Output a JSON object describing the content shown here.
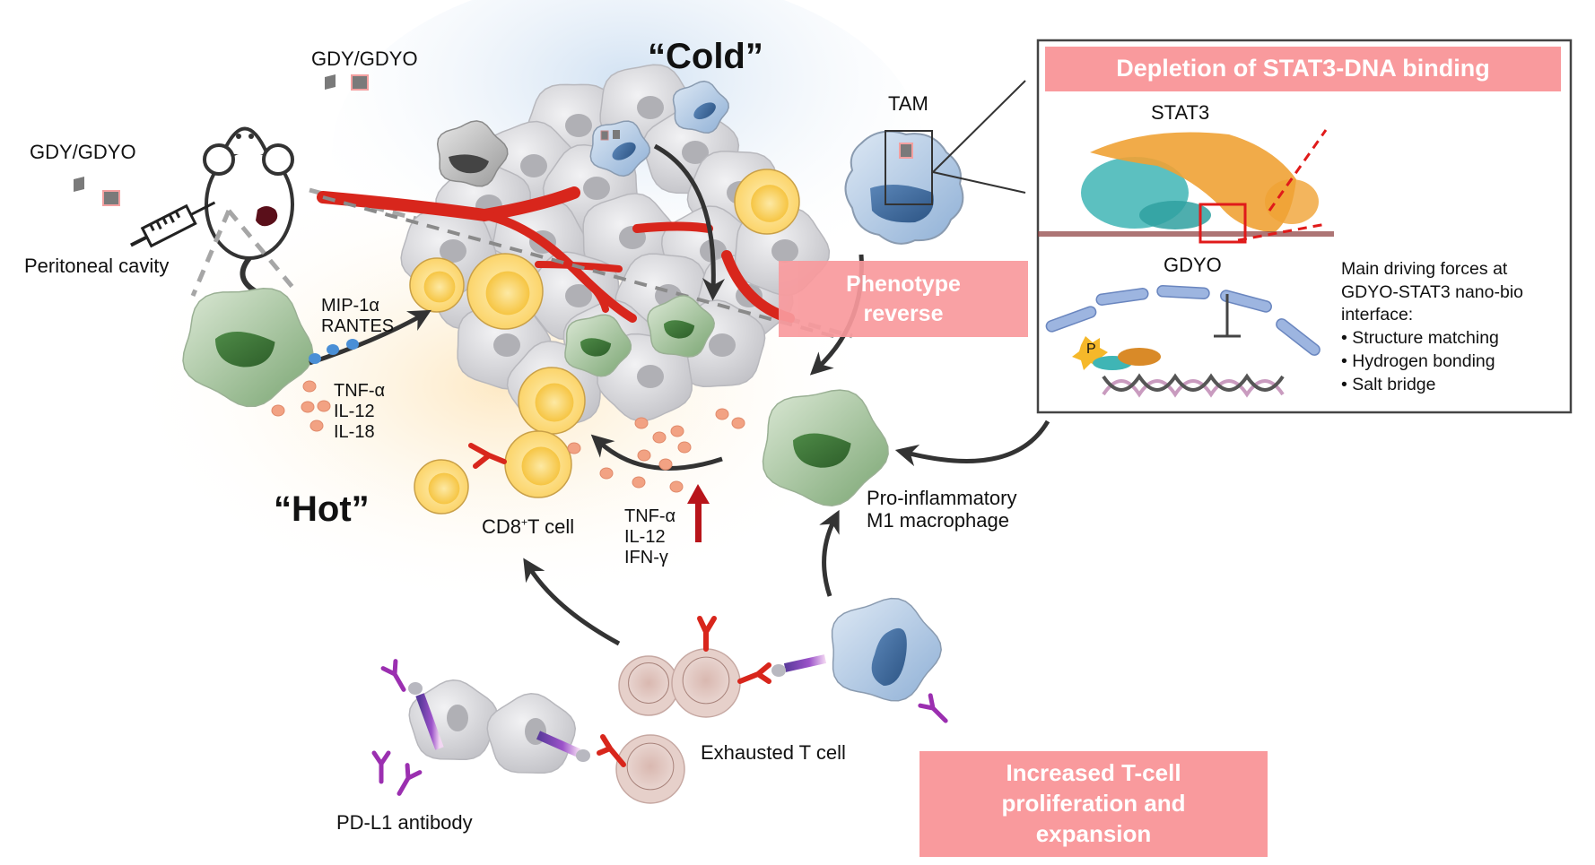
{
  "title_cold": "“Cold”",
  "title_hot": "“Hot”",
  "gdy_label_top": "GDY/GDYO",
  "gdy_label_left": "GDY/GDYO",
  "peritoneal_label": "Peritoneal cavity",
  "tam_label": "TAM",
  "chemokines": [
    "MIP-1α",
    "RANTES"
  ],
  "cytokines_left": [
    "TNF-α",
    "IL-12",
    "IL-18"
  ],
  "cytokines_bottom": [
    "TNF-α",
    "IL-12",
    "IFN-γ"
  ],
  "cd8_label_prefix": "CD8",
  "cd8_label_sup": "+",
  "cd8_label_suffix": "T cell",
  "m1_label": [
    "Pro-inflammatory",
    "M1 macrophage"
  ],
  "exhausted_label": "Exhausted T cell",
  "pdl1_label": "PD-L1 antibody",
  "banner_phenotype": "Phenotype reverse",
  "banner_proliferation": "Increased T-cell proliferation and expansion",
  "inset": {
    "banner": "Depletion of STAT3-DNA binding",
    "stat3_label": "STAT3",
    "gdyo_label": "GDYO",
    "phospho_label": "P",
    "forces_heading": "Main driving forces at GDYO-STAT3 nano-bio interface:",
    "forces": [
      "Structure matching",
      "Hydrogen bonding",
      "Salt bridge"
    ]
  },
  "colors": {
    "banner": "#f99a9d",
    "tumor_cell": "#d8d8dc",
    "t_cell": "#fbd977",
    "macrophage_m1": "#8fb889",
    "tam": "#9db8d8",
    "vessel": "#d8261c",
    "chemokine": "#4a8fd6",
    "cytokine": "#f2a283",
    "antibody": "#9b2fb0",
    "pd1": "#d8261c",
    "arrow": "#333333"
  }
}
